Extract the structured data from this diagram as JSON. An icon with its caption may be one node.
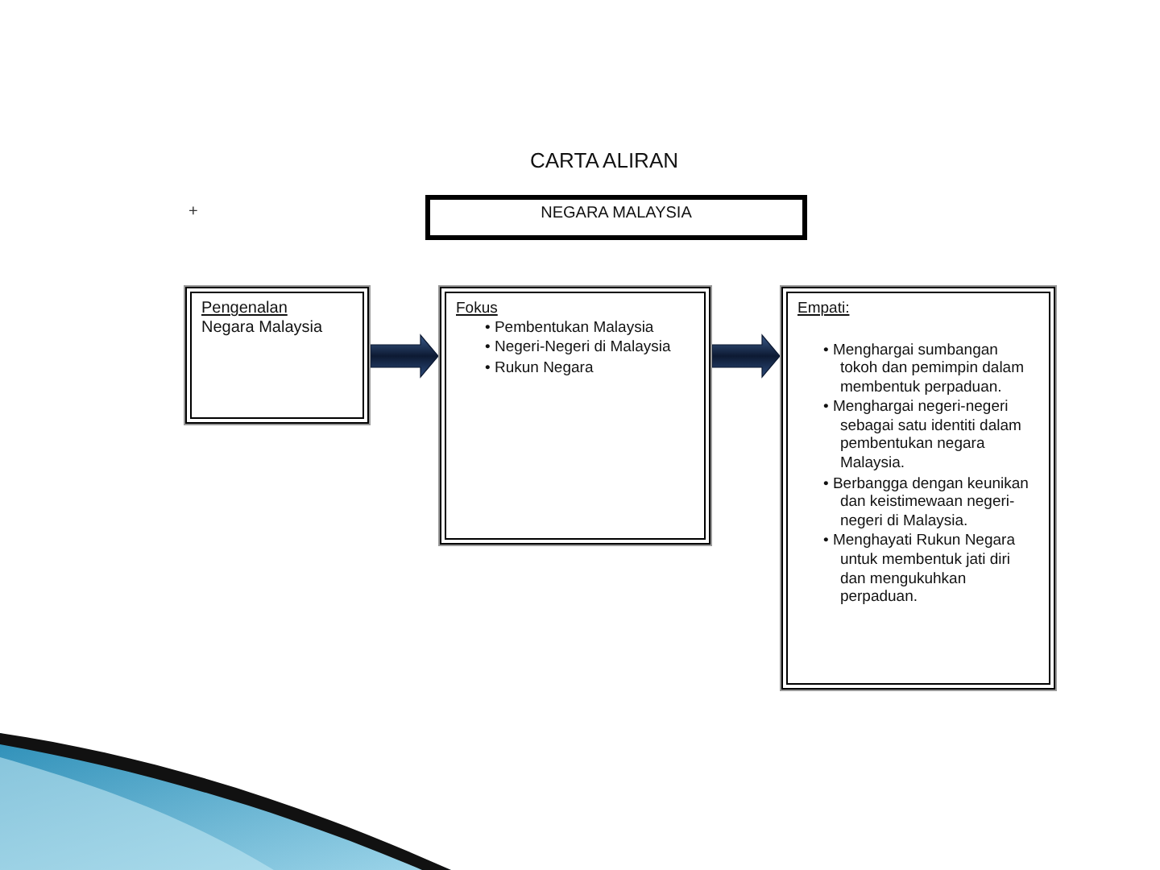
{
  "diagram": {
    "title": "CARTA ALIRAN",
    "nodes": [
      {
        "text": [
          "NEGARA MALAYSIA"
        ]
      },
      {
        "text": [
          "Pengenalan",
          "Negara Malaysia"
        ]
      },
      {
        "text": [
          "Fokus",
          "• Pembentukan Malaysia",
          "• Negeri-Negeri di Malaysia",
          "• Rukun Negara"
        ]
      },
      {
        "text": [
          "Empati:",
          "• Menghargai sumbangan tokoh dan pemimpin dalam membentuk perpaduan.",
          "• Menghargai negeri-negeri sebagai satu identiti dalam pembentukan negara Malaysia.",
          "• Berbangga dengan keunikan dan keistimewaan negeri-negeri di Malaysia.",
          "• Menghayati Rukun Negara untuk membentuk jati diri dan mengukuhkan perpaduan."
        ]
      }
    ],
    "edges": [
      {
        "from": 1,
        "to": 2,
        "arrow": "to"
      },
      {
        "from": 2,
        "to": 3,
        "arrow": "to"
      }
    ],
    "labels": [
      "+"
    ]
  }
}
